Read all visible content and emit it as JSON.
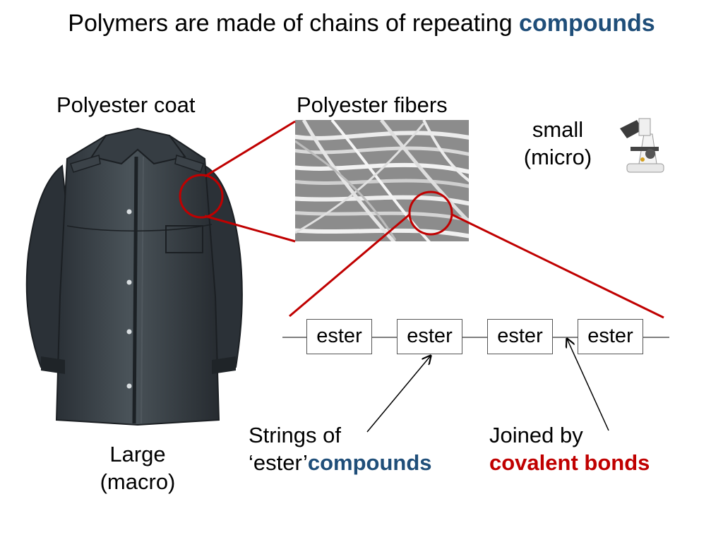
{
  "title": {
    "text": "Polymers are made of chains of repeating ",
    "highlight": "compounds",
    "highlight_color": "#1f4e79"
  },
  "coat": {
    "label": "Polyester coat",
    "scale_line1": "Large",
    "scale_line2": "(macro)"
  },
  "fibers": {
    "label": "Polyester fibers",
    "scale_line1": "small",
    "scale_line2": "(micro)"
  },
  "chain": {
    "units": [
      "ester",
      "ester",
      "ester",
      "ester"
    ]
  },
  "annotations": {
    "strings_line1": "Strings of",
    "strings_prefix": "‘ester’",
    "strings_highlight": "compounds",
    "joined_line1": "Joined by",
    "joined_highlight": "covalent bonds",
    "bond_color": "#c00000"
  },
  "icons": [
    "coat-photo",
    "fiber-micrograph",
    "microscope-icon"
  ]
}
